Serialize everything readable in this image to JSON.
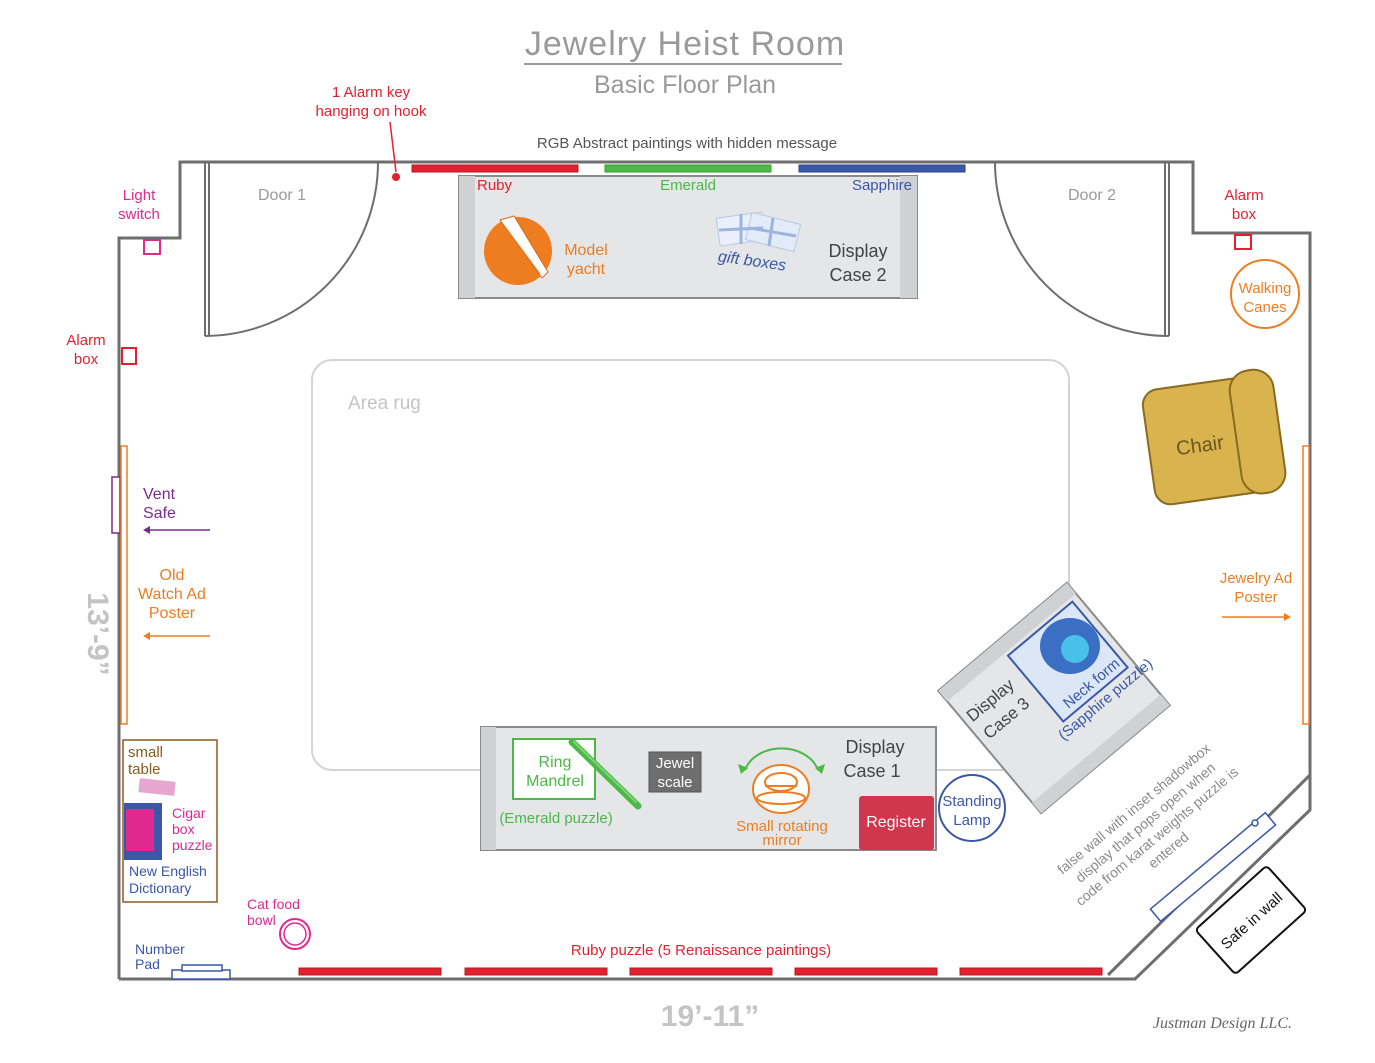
{
  "title": "Jewelry Heist Room",
  "subtitle": "Basic Floor Plan",
  "colors": {
    "wall": "#6e6e6e",
    "red": "#e2202f",
    "green": "#4cb848",
    "blue": "#3a57a8",
    "orange": "#ee7d22",
    "pink": "#e0298f",
    "purple": "#7a2b8c",
    "brown": "#8a5a1f",
    "grey": "#9a9a9a",
    "case_fill": "#e4e6e8",
    "chair_fill": "#d8b34e"
  },
  "labels": {
    "alarm_key": [
      "1 Alarm key",
      "hanging on hook"
    ],
    "paintings_top": "RGB Abstract paintings with hidden message",
    "door1": "Door 1",
    "door2": "Door 2",
    "light_switch": [
      "Light",
      "switch"
    ],
    "alarm_box_left": [
      "Alarm",
      "box"
    ],
    "alarm_box_right": [
      "Alarm",
      "box"
    ],
    "ruby": "Ruby",
    "emerald": "Emerald",
    "sapphire": "Sapphire",
    "model_yacht": [
      "Model",
      "yacht"
    ],
    "gift_boxes": "gift boxes",
    "display_case_2": [
      "Display",
      "Case 2"
    ],
    "walking_canes": [
      "Walking",
      "Canes"
    ],
    "area_rug": "Area rug",
    "chair": "Chair",
    "vent_safe": [
      "Vent",
      "Safe"
    ],
    "old_watch_poster": [
      "Old",
      "Watch Ad",
      "Poster"
    ],
    "jewelry_ad_poster": [
      "Jewelry Ad",
      "Poster"
    ],
    "dimension_vertical": "13’-9”",
    "dimension_horizontal": "19’-11”",
    "display_case_3": [
      "Display",
      "Case 3"
    ],
    "neck_form": [
      "Neck form",
      "(Sapphire puzzle)"
    ],
    "ring_mandrel": [
      "Ring",
      "Mandrel"
    ],
    "emerald_puzzle": "(Emerald puzzle)",
    "jewel_scale": [
      "Jewel",
      "scale"
    ],
    "display_case_1": [
      "Display",
      "Case 1"
    ],
    "small_rotating_mirror": [
      "Small rotating",
      "mirror"
    ],
    "register": "Register",
    "standing_lamp": [
      "Standing",
      "Lamp"
    ],
    "small_table": [
      "small",
      "table"
    ],
    "cigar_box": [
      "Cigar",
      "box",
      "puzzle"
    ],
    "dictionary": [
      "New English",
      "Dictionary"
    ],
    "cat_food": [
      "Cat food",
      "bowl"
    ],
    "number_pad": [
      "Number",
      "Pad"
    ],
    "ruby_puzzle": "Ruby puzzle (5 Renaissance paintings)",
    "false_wall": [
      "false wall with inset shadowbox",
      "display that pops open when",
      "code from karat weights puzzle is",
      "entered"
    ],
    "safe_in_wall": "Safe in wall",
    "credit": "Justman Design LLC."
  }
}
